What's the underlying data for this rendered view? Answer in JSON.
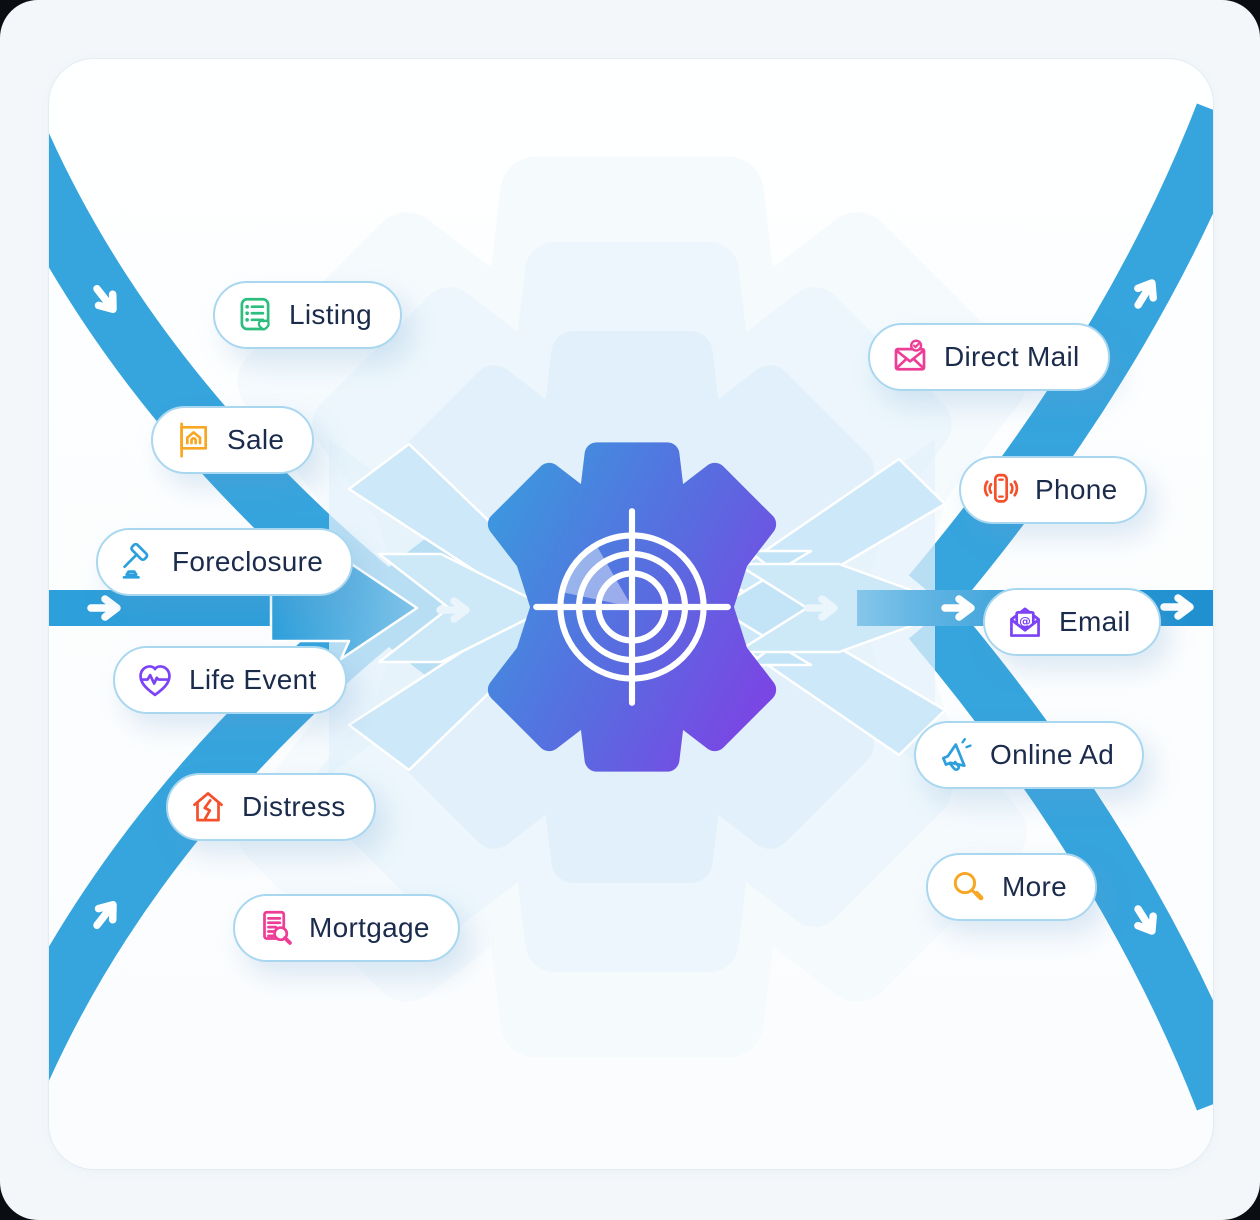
{
  "diagram": {
    "description": "Lead sources flow into a central targeting gear and out to marketing channels",
    "sources": {
      "items": [
        {
          "label": "Listing",
          "color": "#2dbd7e",
          "icon": "list-heart-icon"
        },
        {
          "label": "Sale",
          "color": "#f7a723",
          "icon": "sale-flag-icon"
        },
        {
          "label": "Foreclosure",
          "color": "#2d9fdd",
          "icon": "gavel-icon"
        },
        {
          "label": "Life Event",
          "color": "#7b42f6",
          "icon": "heart-pulse-icon"
        },
        {
          "label": "Distress",
          "color": "#f4502c",
          "icon": "cracked-house-icon"
        },
        {
          "label": "Mortgage",
          "color": "#ee3d97",
          "icon": "document-search-icon"
        }
      ]
    },
    "channels": {
      "items": [
        {
          "label": "Direct Mail",
          "color": "#ee3d97",
          "icon": "mail-check-icon"
        },
        {
          "label": "Phone",
          "color": "#f4502c",
          "icon": "ringing-phone-icon"
        },
        {
          "label": "Email",
          "color": "#7b42f6",
          "icon": "email-at-icon"
        },
        {
          "label": "Online Ad",
          "color": "#2d9fdd",
          "icon": "megaphone-icon"
        },
        {
          "label": "More",
          "color": "#f7a723",
          "icon": "magnifier-icon"
        }
      ]
    },
    "colors": {
      "flow_band": "#36a4dd",
      "flow_band_dark": "#2496d4",
      "flow_band_light": "#cde9f8",
      "text": "#1b2b4c",
      "gear_gradient_start": "#3e94de",
      "gear_gradient_end": "#7a46e4"
    }
  }
}
